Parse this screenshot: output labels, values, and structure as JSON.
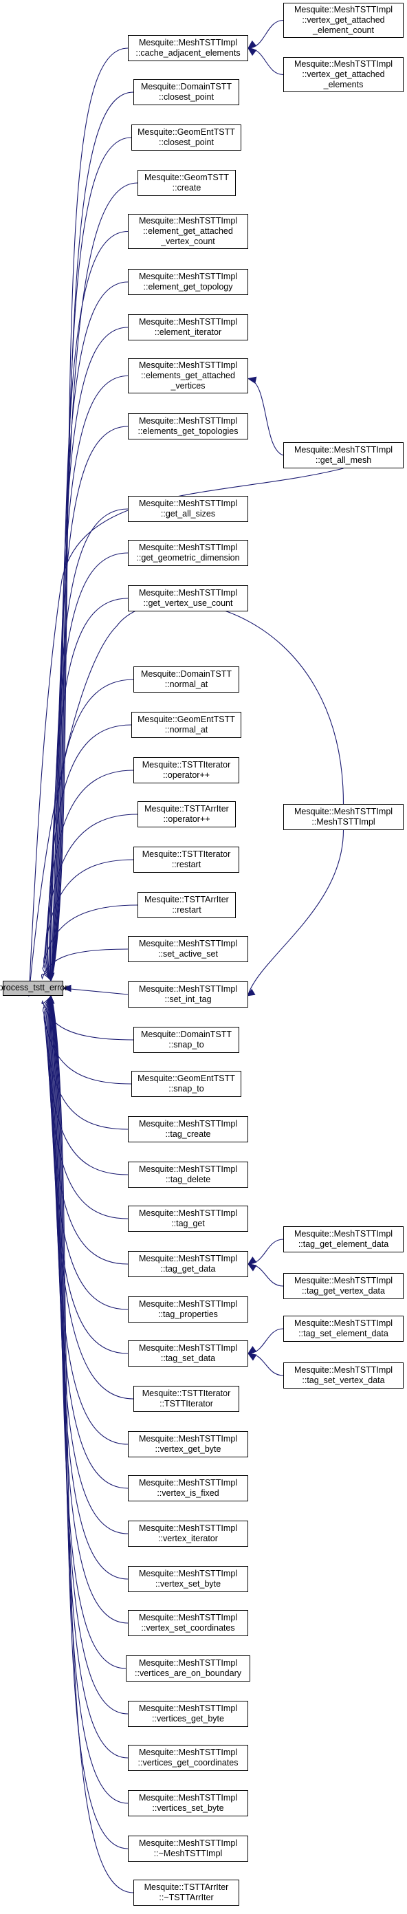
{
  "colors": {
    "edge": "#191970",
    "root_fill": "#bfbfbf",
    "node_fill": "#ffffff",
    "border": "#000000"
  },
  "root": {
    "id": "root",
    "lines": [
      "process_tstt_error"
    ]
  },
  "callers": [
    {
      "id": "cache_adjacent_elements",
      "lines": [
        "Mesquite::MeshTSTTImpl",
        "::cache_adjacent_elements"
      ]
    },
    {
      "id": "domain_closest_point",
      "lines": [
        "Mesquite::DomainTSTT",
        "::closest_point"
      ]
    },
    {
      "id": "geoment_closest_point",
      "lines": [
        "Mesquite::GeomEntTSTT",
        "::closest_point"
      ]
    },
    {
      "id": "geom_create",
      "lines": [
        "Mesquite::GeomTSTT",
        "::create"
      ]
    },
    {
      "id": "element_get_attached_vertex_count",
      "lines": [
        "Mesquite::MeshTSTTImpl",
        "::element_get_attached",
        "_vertex_count"
      ]
    },
    {
      "id": "element_get_topology",
      "lines": [
        "Mesquite::MeshTSTTImpl",
        "::element_get_topology"
      ]
    },
    {
      "id": "element_iterator",
      "lines": [
        "Mesquite::MeshTSTTImpl",
        "::element_iterator"
      ]
    },
    {
      "id": "elements_get_attached_vertices",
      "lines": [
        "Mesquite::MeshTSTTImpl",
        "::elements_get_attached",
        "_vertices"
      ]
    },
    {
      "id": "elements_get_topologies",
      "lines": [
        "Mesquite::MeshTSTTImpl",
        "::elements_get_topologies"
      ]
    },
    {
      "id": "get_all_sizes",
      "lines": [
        "Mesquite::MeshTSTTImpl",
        "::get_all_sizes"
      ]
    },
    {
      "id": "get_geometric_dimension",
      "lines": [
        "Mesquite::MeshTSTTImpl",
        "::get_geometric_dimension"
      ]
    },
    {
      "id": "get_vertex_use_count",
      "lines": [
        "Mesquite::MeshTSTTImpl",
        "::get_vertex_use_count"
      ]
    },
    {
      "id": "domain_normal_at",
      "lines": [
        "Mesquite::DomainTSTT",
        "::normal_at"
      ]
    },
    {
      "id": "geoment_normal_at",
      "lines": [
        "Mesquite::GeomEntTSTT",
        "::normal_at"
      ]
    },
    {
      "id": "tsttiterator_operatorpp",
      "lines": [
        "Mesquite::TSTTIterator",
        "::operator++"
      ]
    },
    {
      "id": "tsttarriter_operatorpp",
      "lines": [
        "Mesquite::TSTTArrIter",
        "::operator++"
      ]
    },
    {
      "id": "tsttiterator_restart",
      "lines": [
        "Mesquite::TSTTIterator",
        "::restart"
      ]
    },
    {
      "id": "tsttarriter_restart",
      "lines": [
        "Mesquite::TSTTArrIter",
        "::restart"
      ]
    },
    {
      "id": "set_active_set",
      "lines": [
        "Mesquite::MeshTSTTImpl",
        "::set_active_set"
      ]
    },
    {
      "id": "set_int_tag",
      "lines": [
        "Mesquite::MeshTSTTImpl",
        "::set_int_tag"
      ]
    },
    {
      "id": "domain_snap_to",
      "lines": [
        "Mesquite::DomainTSTT",
        "::snap_to"
      ]
    },
    {
      "id": "geoment_snap_to",
      "lines": [
        "Mesquite::GeomEntTSTT",
        "::snap_to"
      ]
    },
    {
      "id": "tag_create",
      "lines": [
        "Mesquite::MeshTSTTImpl",
        "::tag_create"
      ]
    },
    {
      "id": "tag_delete",
      "lines": [
        "Mesquite::MeshTSTTImpl",
        "::tag_delete"
      ]
    },
    {
      "id": "tag_get",
      "lines": [
        "Mesquite::MeshTSTTImpl",
        "::tag_get"
      ]
    },
    {
      "id": "tag_get_data",
      "lines": [
        "Mesquite::MeshTSTTImpl",
        "::tag_get_data"
      ]
    },
    {
      "id": "tag_properties",
      "lines": [
        "Mesquite::MeshTSTTImpl",
        "::tag_properties"
      ]
    },
    {
      "id": "tag_set_data",
      "lines": [
        "Mesquite::MeshTSTTImpl",
        "::tag_set_data"
      ]
    },
    {
      "id": "tsttiterator_ctor",
      "lines": [
        "Mesquite::TSTTIterator",
        "::TSTTIterator"
      ]
    },
    {
      "id": "vertex_get_byte",
      "lines": [
        "Mesquite::MeshTSTTImpl",
        "::vertex_get_byte"
      ]
    },
    {
      "id": "vertex_is_fixed",
      "lines": [
        "Mesquite::MeshTSTTImpl",
        "::vertex_is_fixed"
      ]
    },
    {
      "id": "vertex_iterator",
      "lines": [
        "Mesquite::MeshTSTTImpl",
        "::vertex_iterator"
      ]
    },
    {
      "id": "vertex_set_byte",
      "lines": [
        "Mesquite::MeshTSTTImpl",
        "::vertex_set_byte"
      ]
    },
    {
      "id": "vertex_set_coordinates",
      "lines": [
        "Mesquite::MeshTSTTImpl",
        "::vertex_set_coordinates"
      ]
    },
    {
      "id": "vertices_are_on_boundary",
      "lines": [
        "Mesquite::MeshTSTTImpl",
        "::vertices_are_on_boundary"
      ]
    },
    {
      "id": "vertices_get_byte",
      "lines": [
        "Mesquite::MeshTSTTImpl",
        "::vertices_get_byte"
      ]
    },
    {
      "id": "vertices_get_coordinates",
      "lines": [
        "Mesquite::MeshTSTTImpl",
        "::vertices_get_coordinates"
      ]
    },
    {
      "id": "vertices_set_byte",
      "lines": [
        "Mesquite::MeshTSTTImpl",
        "::vertices_set_byte"
      ]
    },
    {
      "id": "meshtsttimpl_dtor",
      "lines": [
        "Mesquite::MeshTSTTImpl",
        "::~MeshTSTTImpl"
      ]
    },
    {
      "id": "tsttarriter_dtor",
      "lines": [
        "Mesquite::TSTTArrIter",
        "::~TSTTArrIter"
      ]
    }
  ],
  "callers_l2": [
    {
      "id": "vertex_get_attached_element_count",
      "lines": [
        "Mesquite::MeshTSTTImpl",
        "::vertex_get_attached",
        "_element_count"
      ]
    },
    {
      "id": "vertex_get_attached_elements",
      "lines": [
        "Mesquite::MeshTSTTImpl",
        "::vertex_get_attached",
        "_elements"
      ]
    },
    {
      "id": "get_all_mesh",
      "lines": [
        "Mesquite::MeshTSTTImpl",
        "::get_all_mesh"
      ]
    },
    {
      "id": "meshtsttimpl_ctor",
      "lines": [
        "Mesquite::MeshTSTTImpl",
        "::MeshTSTTImpl"
      ]
    },
    {
      "id": "tag_get_element_data",
      "lines": [
        "Mesquite::MeshTSTTImpl",
        "::tag_get_element_data"
      ]
    },
    {
      "id": "tag_get_vertex_data",
      "lines": [
        "Mesquite::MeshTSTTImpl",
        "::tag_get_vertex_data"
      ]
    },
    {
      "id": "tag_set_element_data",
      "lines": [
        "Mesquite::MeshTSTTImpl",
        "::tag_set_element_data"
      ]
    },
    {
      "id": "tag_set_vertex_data",
      "lines": [
        "Mesquite::MeshTSTTImpl",
        "::tag_set_vertex_data"
      ]
    }
  ],
  "edges": [
    {
      "from": "cache_adjacent_elements",
      "to": "root"
    },
    {
      "from": "domain_closest_point",
      "to": "root"
    },
    {
      "from": "geoment_closest_point",
      "to": "root"
    },
    {
      "from": "geom_create",
      "to": "root"
    },
    {
      "from": "element_get_attached_vertex_count",
      "to": "root"
    },
    {
      "from": "element_get_topology",
      "to": "root"
    },
    {
      "from": "element_iterator",
      "to": "root"
    },
    {
      "from": "elements_get_attached_vertices",
      "to": "root"
    },
    {
      "from": "elements_get_topologies",
      "to": "root"
    },
    {
      "from": "get_all_mesh",
      "to": "root"
    },
    {
      "from": "get_all_sizes",
      "to": "root"
    },
    {
      "from": "get_geometric_dimension",
      "to": "root"
    },
    {
      "from": "get_vertex_use_count",
      "to": "root"
    },
    {
      "from": "meshtsttimpl_ctor",
      "to": "root"
    },
    {
      "from": "domain_normal_at",
      "to": "root"
    },
    {
      "from": "geoment_normal_at",
      "to": "root"
    },
    {
      "from": "tsttiterator_operatorpp",
      "to": "root"
    },
    {
      "from": "tsttarriter_operatorpp",
      "to": "root"
    },
    {
      "from": "tsttiterator_restart",
      "to": "root"
    },
    {
      "from": "tsttarriter_restart",
      "to": "root"
    },
    {
      "from": "set_active_set",
      "to": "root"
    },
    {
      "from": "set_int_tag",
      "to": "root"
    },
    {
      "from": "domain_snap_to",
      "to": "root"
    },
    {
      "from": "geoment_snap_to",
      "to": "root"
    },
    {
      "from": "tag_create",
      "to": "root"
    },
    {
      "from": "tag_delete",
      "to": "root"
    },
    {
      "from": "tag_get",
      "to": "root"
    },
    {
      "from": "tag_get_data",
      "to": "root"
    },
    {
      "from": "tag_properties",
      "to": "root"
    },
    {
      "from": "tag_set_data",
      "to": "root"
    },
    {
      "from": "tsttiterator_ctor",
      "to": "root"
    },
    {
      "from": "vertex_get_byte",
      "to": "root"
    },
    {
      "from": "vertex_is_fixed",
      "to": "root"
    },
    {
      "from": "vertex_iterator",
      "to": "root"
    },
    {
      "from": "vertex_set_byte",
      "to": "root"
    },
    {
      "from": "vertex_set_coordinates",
      "to": "root"
    },
    {
      "from": "vertices_are_on_boundary",
      "to": "root"
    },
    {
      "from": "vertices_get_byte",
      "to": "root"
    },
    {
      "from": "vertices_get_coordinates",
      "to": "root"
    },
    {
      "from": "vertices_set_byte",
      "to": "root"
    },
    {
      "from": "meshtsttimpl_dtor",
      "to": "root"
    },
    {
      "from": "tsttarriter_dtor",
      "to": "root"
    },
    {
      "from": "vertex_get_attached_element_count",
      "to": "cache_adjacent_elements"
    },
    {
      "from": "vertex_get_attached_elements",
      "to": "cache_adjacent_elements"
    },
    {
      "from": "get_all_mesh",
      "to": "elements_get_attached_vertices"
    },
    {
      "from": "meshtsttimpl_ctor",
      "to": "set_int_tag"
    },
    {
      "from": "tag_get_element_data",
      "to": "tag_get_data"
    },
    {
      "from": "tag_get_vertex_data",
      "to": "tag_get_data"
    },
    {
      "from": "tag_set_element_data",
      "to": "tag_set_data"
    },
    {
      "from": "tag_set_vertex_data",
      "to": "tag_set_data"
    }
  ]
}
